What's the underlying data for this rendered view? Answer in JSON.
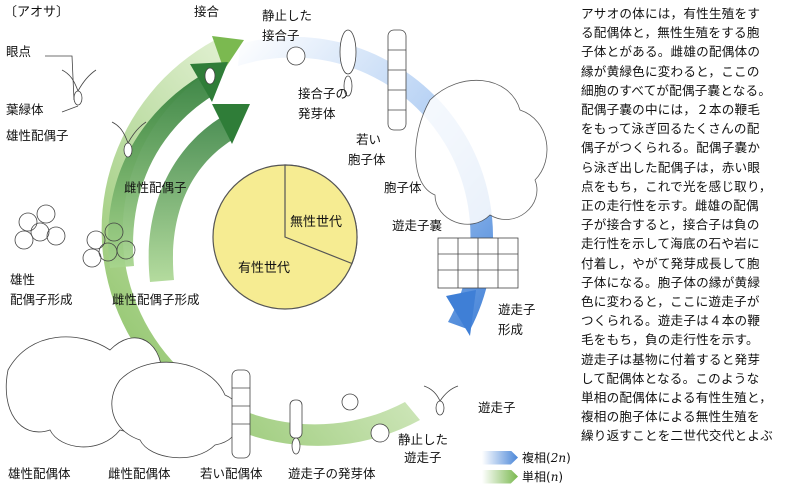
{
  "title": "〔アオサ〕",
  "labels": {
    "eyespot": "眼点",
    "chloroplast": "葉緑体",
    "male_gamete": "雄性配偶子",
    "female_gamete": "雌性配偶子",
    "male_gamete_formation_1": "雄性",
    "male_gamete_formation_2": "配偶子形成",
    "female_gamete_formation": "雌性配偶子形成",
    "male_gametophyte": "雄性配偶体",
    "female_gametophyte": "雌性配偶体",
    "young_gametophyte": "若い配偶体",
    "zoospore_germling": "遊走子の発芽体",
    "resting_zoospore_1": "静止した",
    "resting_zoospore_2": "遊走子",
    "zoospore": "遊走子",
    "zoospore_formation_1": "遊走子",
    "zoospore_formation_2": "形成",
    "zoosporangium": "遊走子嚢",
    "sporophyte": "胞子体",
    "young_sporophyte_1": "若い",
    "young_sporophyte_2": "胞子体",
    "zygote_germling_1": "接合子の",
    "zygote_germling_2": "発芽体",
    "conjugation": "接合",
    "resting_zygote_1": "静止した",
    "resting_zygote_2": "接合子"
  },
  "pie": {
    "asexual": "無性世代",
    "sexual": "有性世代",
    "asexual_fraction": 0.31
  },
  "legend": {
    "diploid_label": "複相(",
    "diploid_sym": "2n",
    "haploid_label": "単相(",
    "haploid_sym": "n",
    "close": ")"
  },
  "colors": {
    "diploid": "#4a86d8",
    "haploid": "#79b84e",
    "pie_fill": "#f6ec92"
  },
  "description_lines": [
    "アサオの体には，有性生殖をす",
    "る配偶体と，無性生殖をする胞",
    "子体とがある。雌雄の配偶体の",
    "縁が黄緑色に変わると，ここの",
    "細胞のすべてが配偶子嚢となる。",
    "配偶子嚢の中には，２本の鞭毛",
    "をもって泳ぎ回るたくさんの配",
    "偶子がつくられる。配偶子嚢か",
    "ら泳ぎ出した配偶子は，赤い眼",
    "点をもち，これで光を感じ取り，",
    "正の走行性を示す。雌雄の配偶",
    "子が接合すると，接合子は負の",
    "走行性を示して海底の石や岩に",
    "付着し，やがて発芽成長して胞",
    "子体になる。胞子体の縁が黄緑",
    "色に変わると，ここに遊走子が",
    "つくられる。遊走子は４本の鞭",
    "毛をもち，負の走行性を示す。",
    "遊走子は基物に付着すると発芽",
    "して配偶体となる。このような",
    "単相の配偶体による有性生殖と，",
    "複相の胞子体による無性生殖を",
    "繰り返すことを二世代交代とよぶ"
  ]
}
